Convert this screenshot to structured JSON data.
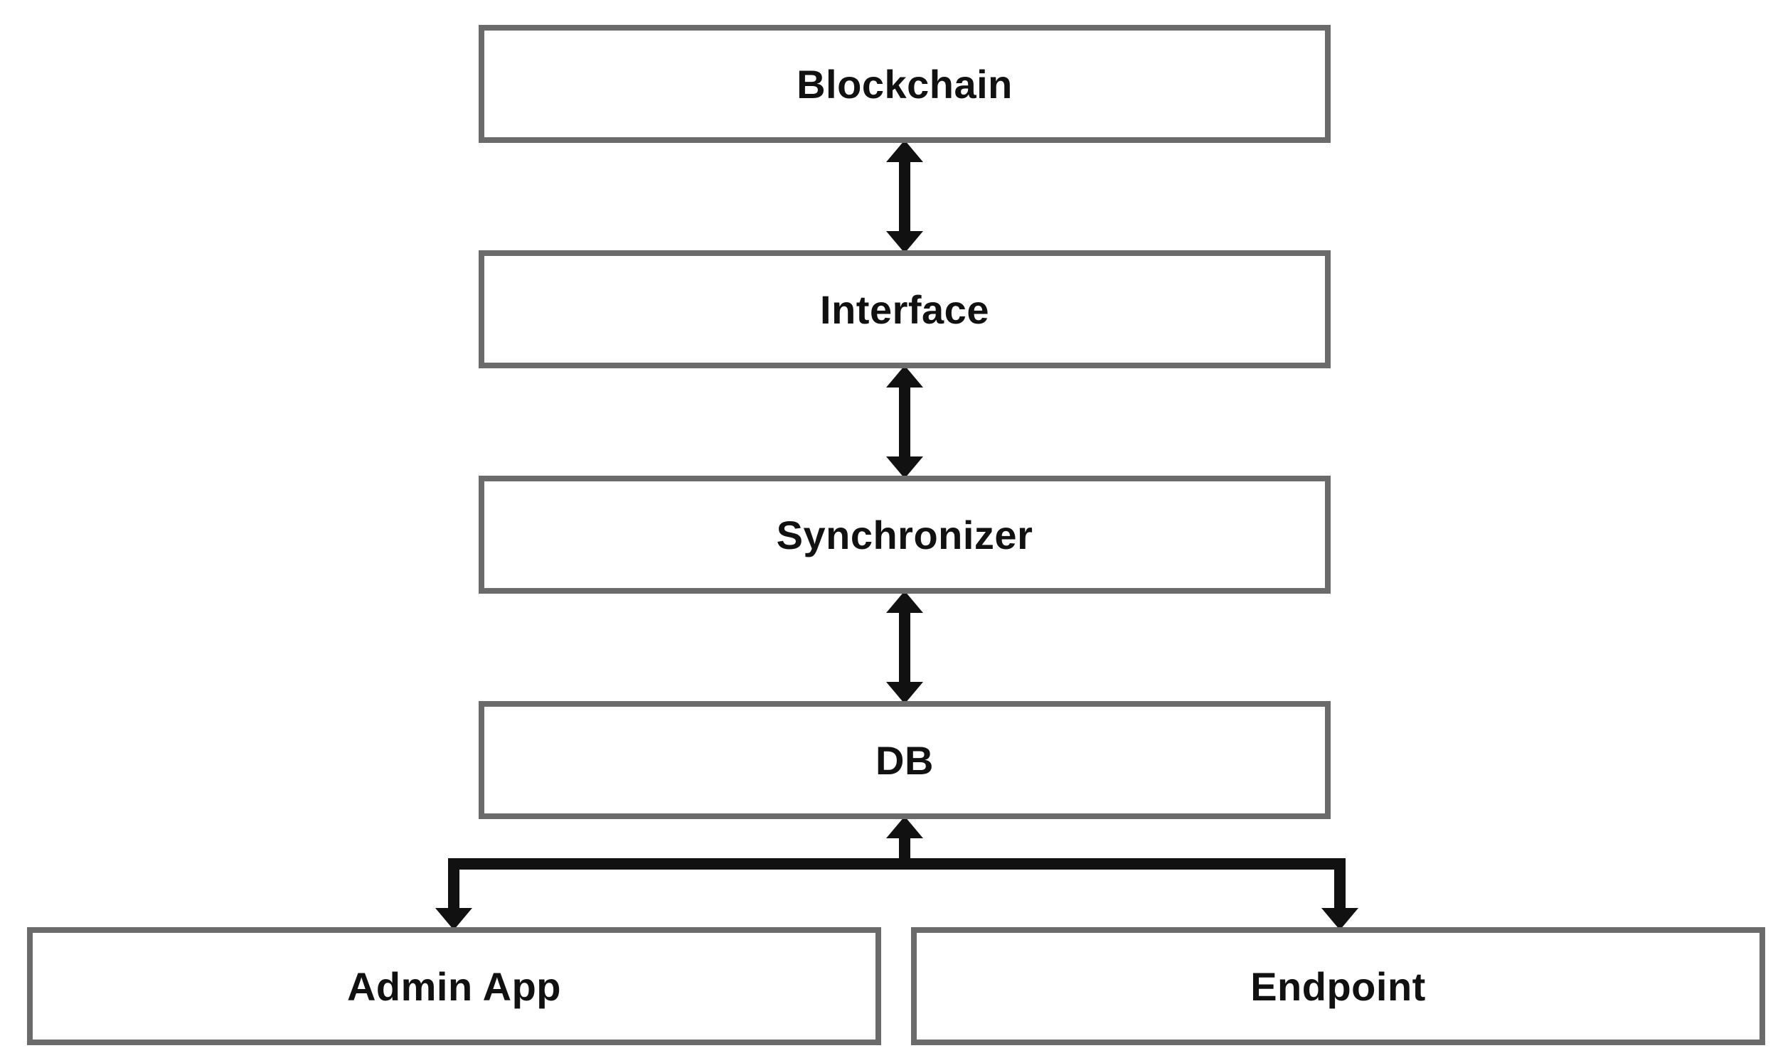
{
  "diagram": {
    "nodes": {
      "blockchain": "Blockchain",
      "interface": "Interface",
      "synchronizer": "Synchronizer",
      "db": "DB",
      "admin_app": "Admin App",
      "endpoint": "Endpoint"
    },
    "edges": [
      {
        "from": "blockchain",
        "to": "interface",
        "direction": "bidirectional"
      },
      {
        "from": "interface",
        "to": "synchronizer",
        "direction": "bidirectional"
      },
      {
        "from": "synchronizer",
        "to": "db",
        "direction": "bidirectional"
      },
      {
        "from": "db",
        "to": "admin_app",
        "direction": "bidirectional"
      },
      {
        "from": "db",
        "to": "endpoint",
        "direction": "bidirectional"
      }
    ],
    "colors": {
      "box_border": "#6b6b6b",
      "arrow": "#111111",
      "text": "#111111"
    }
  }
}
